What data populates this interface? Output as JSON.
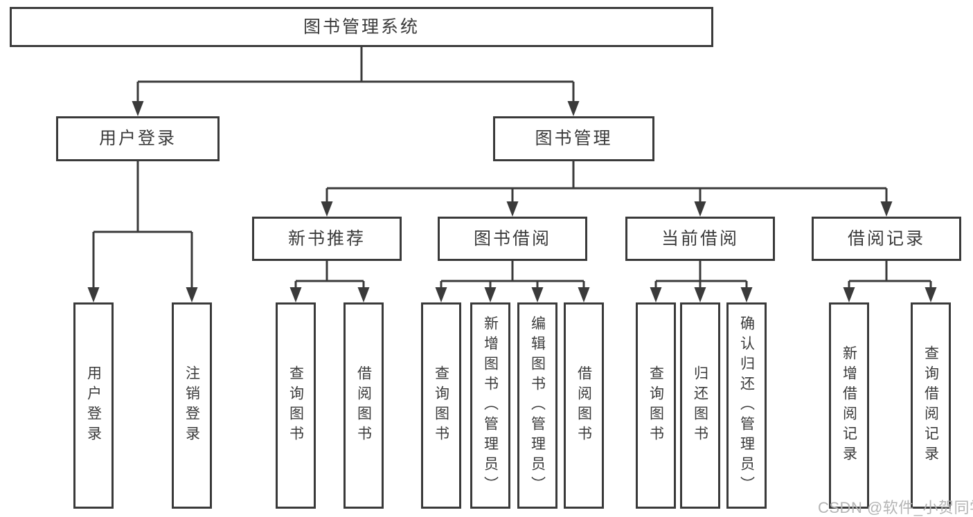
{
  "diagram": {
    "root": {
      "label": "图书管理系统",
      "children": [
        {
          "label": "用户登录",
          "children": [
            {
              "label": "用户登录"
            },
            {
              "label": "注销登录"
            }
          ]
        },
        {
          "label": "图书管理",
          "children": [
            {
              "label": "新书推荐",
              "children": [
                {
                  "label": "查询图书"
                },
                {
                  "label": "借阅图书"
                }
              ]
            },
            {
              "label": "图书借阅",
              "children": [
                {
                  "label": "查询图书"
                },
                {
                  "label": "新增图书（管理员）"
                },
                {
                  "label": "编辑图书（管理员）"
                },
                {
                  "label": "借阅图书"
                }
              ]
            },
            {
              "label": "当前借阅",
              "children": [
                {
                  "label": "查询图书"
                },
                {
                  "label": "归还图书"
                },
                {
                  "label": "确认归还（管理员）"
                }
              ]
            },
            {
              "label": "借阅记录",
              "children": [
                {
                  "label": "新增借阅记录"
                },
                {
                  "label": "查询借阅记录"
                }
              ]
            }
          ]
        }
      ]
    }
  },
  "watermark": {
    "text": "CSDN @软件_小贺同学"
  },
  "colors": {
    "line": "#3a3a3a",
    "text": "#3a3a3a",
    "watermark": "#b4b4b4",
    "background": "#ffffff"
  }
}
